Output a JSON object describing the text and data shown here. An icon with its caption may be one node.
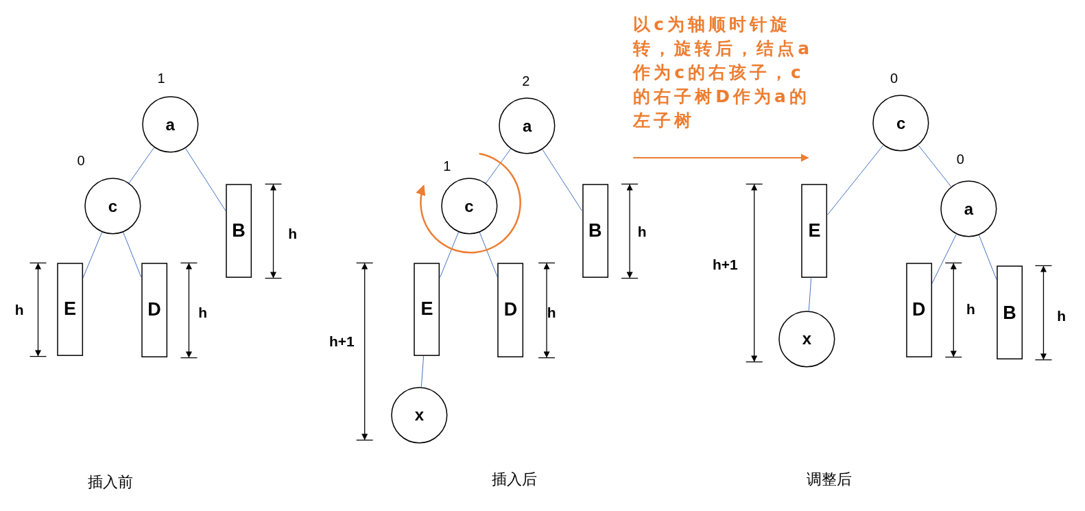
{
  "diagram": {
    "nodes": [
      {
        "text": [
          "a"
        ],
        "beside": [
          "1"
        ]
      },
      {
        "text": [
          "c"
        ],
        "beside": [
          "0"
        ]
      },
      {
        "text": [
          "E"
        ]
      },
      {
        "text": [
          "D"
        ]
      },
      {
        "text": [
          "B"
        ]
      },
      {
        "text": [
          "a"
        ],
        "beside": [
          "2"
        ]
      },
      {
        "text": [
          "c"
        ],
        "beside": [
          "1"
        ]
      },
      {
        "text": [
          "E"
        ]
      },
      {
        "text": [
          "D"
        ]
      },
      {
        "text": [
          "B"
        ]
      },
      {
        "text": [
          "x"
        ]
      },
      {
        "text": [
          "c"
        ],
        "beside": [
          "0"
        ]
      },
      {
        "text": [
          "E"
        ]
      },
      {
        "text": [
          "a"
        ],
        "beside": [
          "0"
        ]
      },
      {
        "text": [
          "x"
        ]
      },
      {
        "text": [
          "D"
        ]
      },
      {
        "text": [
          "B"
        ]
      }
    ],
    "edges": [
      {
        "from": 0,
        "to": 1,
        "arrow": "none"
      },
      {
        "from": 0,
        "to": 4,
        "arrow": "none"
      },
      {
        "from": 1,
        "to": 2,
        "arrow": "none"
      },
      {
        "from": 1,
        "to": 3,
        "arrow": "none"
      },
      {
        "from": 5,
        "to": 6,
        "arrow": "none"
      },
      {
        "from": 5,
        "to": 9,
        "arrow": "none"
      },
      {
        "from": 6,
        "to": 7,
        "arrow": "none"
      },
      {
        "from": 6,
        "to": 8,
        "arrow": "none"
      },
      {
        "from": 7,
        "to": 10,
        "arrow": "none"
      },
      {
        "from": 11,
        "to": 12,
        "arrow": "none"
      },
      {
        "from": 11,
        "to": 13,
        "arrow": "none"
      },
      {
        "from": 12,
        "to": 14,
        "arrow": "none"
      },
      {
        "from": 13,
        "to": 15,
        "arrow": "none"
      },
      {
        "from": 13,
        "to": 16,
        "arrow": "none"
      }
    ],
    "labels": [
      "以c为轴顺时针旋转，旋转后，结点a作为c的右孩子，c的右子树D作为a的左子树",
      "h",
      "h",
      "h",
      "h",
      "h",
      "h+1",
      "h",
      "h",
      "h+1",
      "插入前",
      "插入后",
      "调整后"
    ]
  }
}
